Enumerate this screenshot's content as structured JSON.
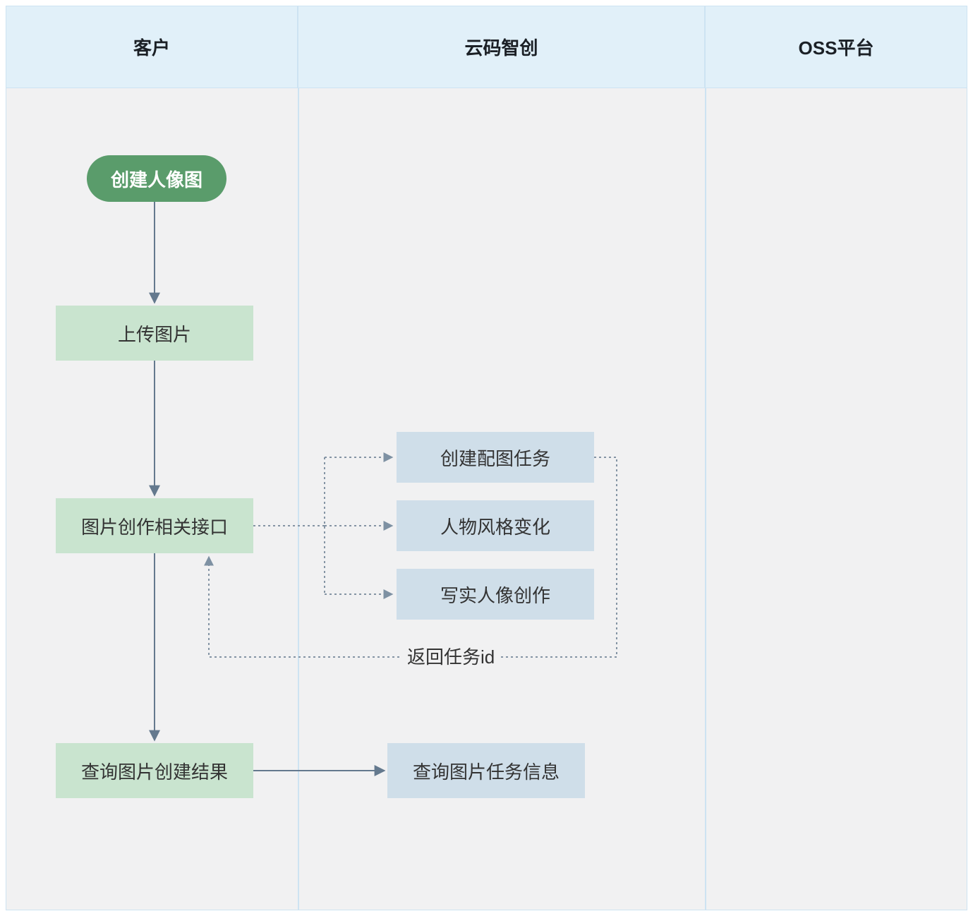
{
  "diagram": {
    "lanes": [
      {
        "label": "客户"
      },
      {
        "label": "云码智创"
      },
      {
        "label": "OSS平台"
      }
    ],
    "nodes": {
      "start": {
        "label": "创建人像图",
        "type": "start-pill",
        "fill": "#5a9c6b"
      },
      "upload": {
        "label": "上传图片",
        "type": "process",
        "fill": "#c9e4cf"
      },
      "api": {
        "label": "图片创作相关接口",
        "type": "process",
        "fill": "#c9e4cf"
      },
      "query_result": {
        "label": "查询图片创建结果",
        "type": "process",
        "fill": "#c9e4cf"
      },
      "task_create": {
        "label": "创建配图任务",
        "type": "process",
        "fill": "#cfdee9"
      },
      "style_change": {
        "label": "人物风格变化",
        "type": "process",
        "fill": "#cfdee9"
      },
      "realistic": {
        "label": "写实人像创作",
        "type": "process",
        "fill": "#cfdee9"
      },
      "query_task": {
        "label": "查询图片任务信息",
        "type": "process",
        "fill": "#cfdee9"
      }
    },
    "edge_labels": {
      "return_task_id": "返回任务id"
    },
    "colors": {
      "header_bg": "#e1f0f9",
      "lane_bg": "#f1f1f2",
      "lane_border": "#cde3f2",
      "solid_arrow": "#64798e",
      "dashed_arrow": "#8494a4",
      "node_text": "#333333",
      "start_text": "#ffffff"
    }
  }
}
